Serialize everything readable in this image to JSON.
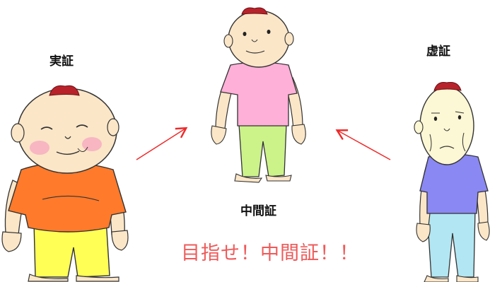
{
  "labels": {
    "left": "実証",
    "center": "中間証",
    "right": "虚証"
  },
  "slogan": "目指せ！中間証！！",
  "figures": {
    "left": {
      "shirt_color": "#ff7a2a",
      "pants_color": "#ffff55"
    },
    "center": {
      "shirt_color": "#ffb0d8",
      "pants_color": "#ccf28a"
    },
    "right": {
      "shirt_color": "#8a88f2",
      "pants_color": "#b2e6f2"
    }
  },
  "colors": {
    "skin": "#fbe6c8",
    "hair": "#b8232b",
    "arrow": "#ee2a2a",
    "slogan": "#ef5a5a",
    "cheek": "#f7b6c2"
  }
}
